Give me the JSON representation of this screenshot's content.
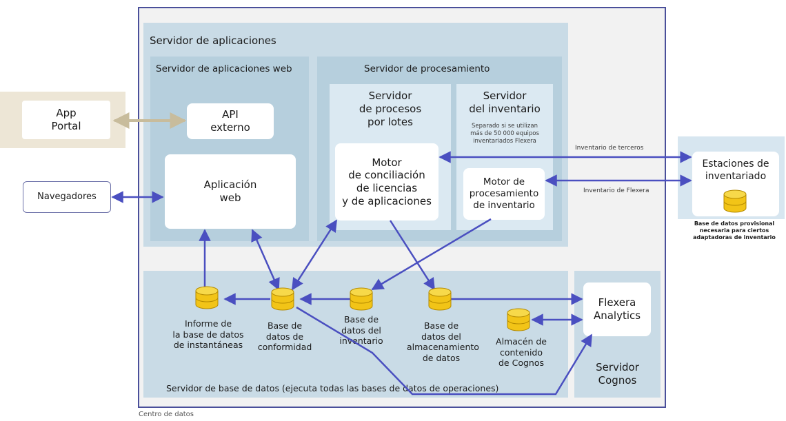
{
  "data_center": {
    "label": "Centro de datos"
  },
  "app_server": {
    "title": "Servidor de aplicaciones",
    "web_server": {
      "title": "Servidor de aplicaciones web",
      "api_box": "API\nexterno",
      "web_app_box": "Aplicación\nweb"
    },
    "processing_server": {
      "title": "Servidor de procesamiento",
      "batch_server": {
        "title": "Servidor\nde procesos\npor lotes",
        "engine": "Motor\nde conciliación\nde licencias\ny de aplicaciones"
      },
      "inventory_server": {
        "title": "Servidor\ndel inventario",
        "note": "Separado si se utilizan\nmás de 50 000 equipos\ninventariados Flexera",
        "engine": "Motor de\nprocesamiento\nde inventario"
      }
    }
  },
  "external": {
    "app_portal": "App\nPortal",
    "browsers": "Navegadores",
    "inventory_stations": {
      "title": "Estaciones de\ninventariado",
      "db_note": "Base de datos provisional\nnecesaria para ciertos\nadaptadoras de inventario"
    },
    "third_party_link": "Inventario de terceros",
    "flexera_link": "Inventario de Flexera"
  },
  "db_server": {
    "title": "Servidor de base de datos (ejecuta todas las bases de datos de operaciones)",
    "databases": [
      {
        "label": "Informe de\nla base de datos\nde instantáneas"
      },
      {
        "label": "Base de\ndatos de\nconformidad"
      },
      {
        "label": "Base de\ndatos del\ninventario"
      },
      {
        "label": "Base de\ndatos del\nalmacenamiento\nde datos"
      },
      {
        "label": "Almacén de\ncontenido\nde Cognos"
      }
    ]
  },
  "cognos_server": {
    "title": "Servidor\nCognos",
    "analytics": "Flexera\nAnalytics"
  },
  "colors": {
    "arrow": "#4a4fc0",
    "portal_arrow": "#c8bc9c",
    "db_fill": "#f2c417",
    "panel": "#c9dbe6",
    "panel_inner": "#b6cfdd"
  }
}
